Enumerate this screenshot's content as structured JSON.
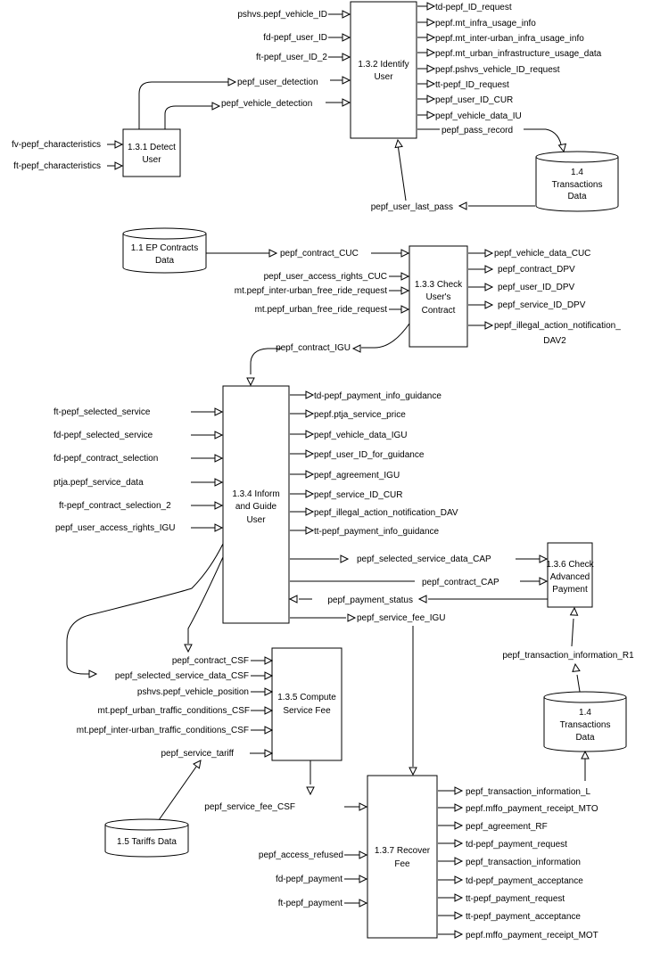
{
  "processes": {
    "p131": {
      "lines": [
        "1.3.1 Detect",
        "User"
      ]
    },
    "p132": {
      "lines": [
        "1.3.2 Identify",
        "User"
      ]
    },
    "p133": {
      "lines": [
        "1.3.3 Check",
        "User's",
        "Contract"
      ]
    },
    "p134": {
      "lines": [
        "1.3.4 Inform",
        "and Guide",
        "User"
      ]
    },
    "p135": {
      "lines": [
        "1.3.5 Compute",
        "Service Fee"
      ]
    },
    "p136": {
      "lines": [
        "1.3.6 Check",
        "Advanced",
        "Payment"
      ]
    },
    "p137": {
      "lines": [
        "1.3.7 Recover",
        "Fee"
      ]
    }
  },
  "stores": {
    "s14a": {
      "lines": [
        "1.4",
        "Transactions",
        "Data"
      ]
    },
    "s11": {
      "lines": [
        "1.1 EP Contracts",
        "Data"
      ]
    },
    "s14b": {
      "lines": [
        "1.4",
        "Transactions",
        "Data"
      ]
    },
    "s15": {
      "lines": [
        "1.5 Tariffs Data"
      ]
    }
  },
  "flows": {
    "p131_in": [
      "fv-pepf_characteristics",
      "ft-pepf_characteristics"
    ],
    "p131_out": [
      "pepf_user_detection",
      "pepf_vehicle_detection"
    ],
    "p132_in": [
      "pshvs.pepf_vehicle_ID",
      "fd-pepf_user_ID",
      "ft-pepf_user_ID_2"
    ],
    "p132_out": [
      "td-pepf_ID_request",
      "pepf.mt_infra_usage_info",
      "pepf.mt_inter-urban_infra_usage_info",
      "pepf.mt_urban_infrastructure_usage_data",
      "pepf.pshvs_vehicle_ID_request",
      "tt-pepf_ID_request",
      "pepf_user_ID_CUR",
      "pepf_vehicle_data_IU"
    ],
    "p132_store_out": "pepf_pass_record",
    "p132_store_in": "pepf_user_last_pass",
    "p133_store_in": "pepf_contract_CUC",
    "p133_in": [
      "pepf_user_access_rights_CUC",
      "mt.pepf_inter-urban_free_ride_request",
      "mt.pepf_urban_free_ride_request"
    ],
    "p133_out": [
      "pepf_vehicle_data_CUC",
      "pepf_contract_DPV",
      "pepf_user_ID_DPV",
      "pepf_service_ID_DPV",
      "pepf_illegal_action_notification_",
      "DAV2"
    ],
    "p133_to_p134": "pepf_contract_IGU",
    "p134_in": [
      "ft-pepf_selected_service",
      "fd-pepf_selected_service",
      "fd-pepf_contract_selection",
      "ptja.pepf_service_data",
      "ft-pepf_contract_selection_2",
      "pepf_user_access_rights_IGU"
    ],
    "p134_out": [
      "td-pepf_payment_info_guidance",
      "pepf.ptja_service_price",
      "pepf_vehicle_data_IGU",
      "pepf_user_ID_for_guidance",
      "pepf_agreement_IGU",
      "pepf_service_ID_CUR",
      "pepf_illegal_action_notification_DAV",
      "tt-pepf_payment_info_guidance"
    ],
    "p134_to_p136": [
      "pepf_selected_service_data_CAP",
      "pepf_contract_CAP"
    ],
    "p136_to_p134": "pepf_payment_status",
    "p134_to_p137": "pepf_service_fee_IGU",
    "p136_store_in": "pepf_transaction_information_R1",
    "p135_in": [
      "pepf_contract_CSF",
      "pepf_selected_service_data_CSF",
      "pshvs.pepf_vehicle_position",
      "mt.pepf_urban_traffic_conditions_CSF",
      "mt.pepf_inter-urban_traffic_conditions_CSF",
      "pepf_service_tariff"
    ],
    "p135_to_p137": "pepf_service_fee_CSF",
    "p137_in": [
      "pepf_access_refused",
      "fd-pepf_payment",
      "ft-pepf_payment"
    ],
    "p137_out": [
      "pepf_transaction_information_L",
      "pepf.mffo_payment_receipt_MTO",
      "pepf_agreement_RF",
      "td-pepf_payment_request",
      "pepf_transaction_information",
      "td-pepf_payment_acceptance",
      "tt-pepf_payment_request",
      "tt-pepf_payment_acceptance",
      "pepf.mffo_payment_receipt_MOT"
    ]
  }
}
